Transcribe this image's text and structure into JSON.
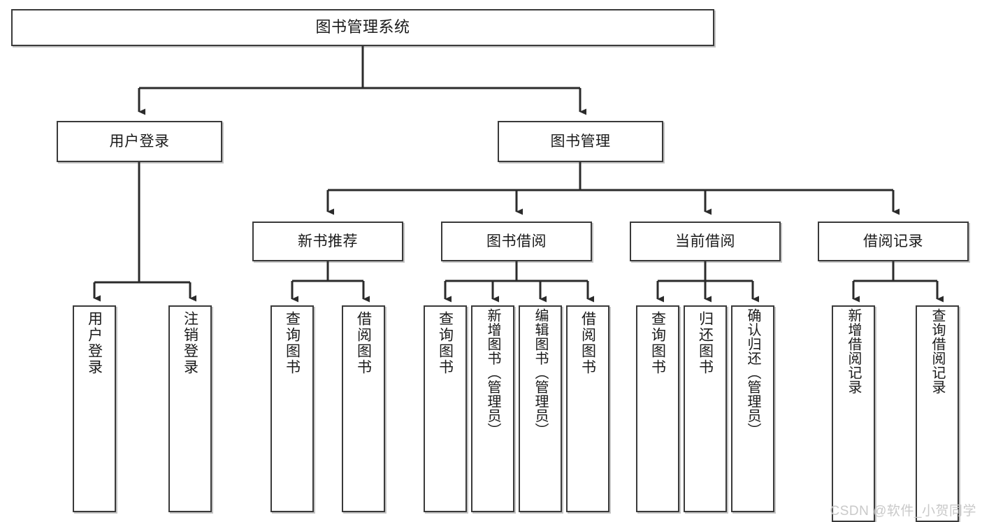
{
  "diagram": {
    "title": "图书管理系统",
    "type": "tree",
    "root": {
      "id": "root",
      "label": "图书管理系统"
    },
    "level1": [
      {
        "id": "user-login",
        "label": "用户登录"
      },
      {
        "id": "book-manage",
        "label": "图书管理"
      }
    ],
    "level2": [
      {
        "id": "new-book-rec",
        "label": "新书推荐",
        "parent": "book-manage"
      },
      {
        "id": "book-borrow",
        "label": "图书借阅",
        "parent": "book-manage"
      },
      {
        "id": "current-borrow",
        "label": "当前借阅",
        "parent": "book-manage"
      },
      {
        "id": "borrow-record",
        "label": "借阅记录",
        "parent": "book-manage"
      }
    ],
    "leaves": [
      {
        "id": "leaf-user-login",
        "label": "用户登录",
        "parent": "user-login"
      },
      {
        "id": "leaf-logout-login",
        "label": "注销登录",
        "parent": "user-login"
      },
      {
        "id": "leaf-query-book-1",
        "label": "查询图书",
        "parent": "new-book-rec"
      },
      {
        "id": "leaf-borrow-book-1",
        "label": "借阅图书",
        "parent": "new-book-rec"
      },
      {
        "id": "leaf-query-book-2",
        "label": "查询图书",
        "parent": "book-borrow"
      },
      {
        "id": "leaf-add-book",
        "label": "新增图书（管理员）",
        "parent": "book-borrow"
      },
      {
        "id": "leaf-edit-book",
        "label": "编辑图书（管理员）",
        "parent": "book-borrow"
      },
      {
        "id": "leaf-borrow-book-2",
        "label": "借阅图书",
        "parent": "book-borrow"
      },
      {
        "id": "leaf-query-book-3",
        "label": "查询图书",
        "parent": "current-borrow"
      },
      {
        "id": "leaf-return-book",
        "label": "归还图书",
        "parent": "current-borrow"
      },
      {
        "id": "leaf-confirm-return",
        "label": "确认归还（管理员）",
        "parent": "current-borrow"
      },
      {
        "id": "leaf-add-record",
        "label": "新增借阅记录",
        "parent": "borrow-record"
      },
      {
        "id": "leaf-query-record",
        "label": "查询借阅记录",
        "parent": "borrow-record"
      }
    ]
  },
  "watermark": {
    "text": "CSDN @软件_小贺同学"
  },
  "colors": {
    "box_border": "#3a3a3a",
    "box_fill": "#ffffff",
    "connector": "#2b2b2b",
    "text": "#1a1a1a",
    "watermark": "#c9c9c9"
  }
}
